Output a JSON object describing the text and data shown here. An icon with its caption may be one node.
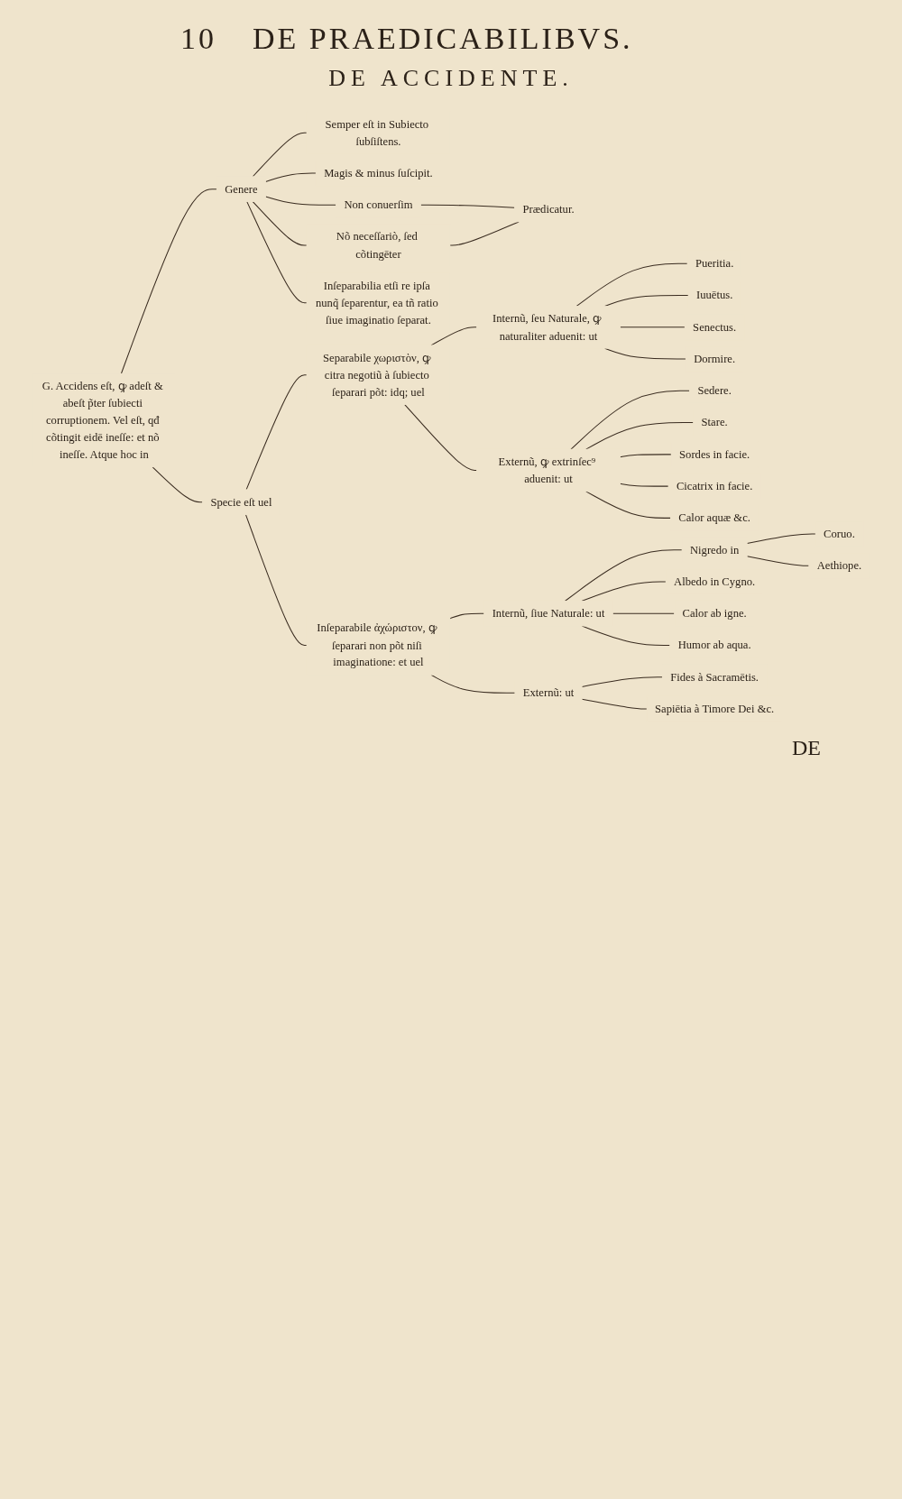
{
  "diagram": {
    "title": "DE PRAEDICABILIBVS.",
    "nodes": [
      {
        "text": [
          "G. Accidens eſt, ꝙ adeſt & abeſt p̃ter ſubiecti corruptionem. Vel eſt, qđ cõtingit eidē ineſſe: et nõ ineſſe. Atque hoc in"
        ]
      },
      {
        "text": [
          "Genere"
        ]
      },
      {
        "text": [
          "Semper eſt in Subiecto ſubſiſtens."
        ]
      },
      {
        "text": [
          "Magis & minus ſuſcipit."
        ]
      },
      {
        "text": [
          "Non conuerſim"
        ]
      },
      {
        "text": [
          "Nõ neceſſariò, ſed cõtingēter"
        ]
      },
      {
        "text": [
          "Prædicatur."
        ]
      },
      {
        "text": [
          "Inſeparabilia etſi re ipſa nunq̃ ſeparentur, ea tñ ratio ſiue imaginatio ſeparat."
        ]
      },
      {
        "text": [
          "Specie eſt uel"
        ]
      },
      {
        "text": [
          "Separabile χωριστὸν, ꝙ citra negotiũ à ſubiecto ſeparari põt: idq; uel"
        ]
      },
      {
        "text": [
          "Internũ, ſeu Naturale, ꝙ naturaliter aduenit: ut"
        ]
      },
      {
        "text": [
          "Pueritia."
        ]
      },
      {
        "text": [
          "Iuuētus."
        ]
      },
      {
        "text": [
          "Senectus."
        ]
      },
      {
        "text": [
          "Dormire."
        ]
      },
      {
        "text": [
          "Externũ, ꝙ extrinſec⁹ aduenit: ut"
        ]
      },
      {
        "text": [
          "Sedere."
        ]
      },
      {
        "text": [
          "Stare."
        ]
      },
      {
        "text": [
          "Sordes in facie."
        ]
      },
      {
        "text": [
          "Cicatrix in facie."
        ]
      },
      {
        "text": [
          "Calor aquæ &c."
        ]
      },
      {
        "text": [
          "Inſeparabile ἀχώριστον, ꝙ ſeparari non põt niſi imaginatione: et uel"
        ]
      },
      {
        "text": [
          "Internũ, ſiue Naturale: ut"
        ]
      },
      {
        "text": [
          "Nigredo in"
        ]
      },
      {
        "text": [
          "Coruo."
        ]
      },
      {
        "text": [
          "Aethiope."
        ]
      },
      {
        "text": [
          "Albedo in Cygno."
        ]
      },
      {
        "text": [
          "Calor ab igne."
        ]
      },
      {
        "text": [
          "Humor ab aqua."
        ]
      },
      {
        "text": [
          "Externũ: ut"
        ]
      },
      {
        "text": [
          "Fides à Sacramētis."
        ]
      },
      {
        "text": [
          "Sapiētia à Timore Dei &c."
        ]
      }
    ],
    "edges": [
      {
        "from": 0,
        "to": 1,
        "arrow": "none"
      },
      {
        "from": 0,
        "to": 8,
        "arrow": "none"
      },
      {
        "from": 1,
        "to": 2,
        "arrow": "none"
      },
      {
        "from": 1,
        "to": 3,
        "arrow": "none"
      },
      {
        "from": 1,
        "to": 4,
        "arrow": "none"
      },
      {
        "from": 1,
        "to": 5,
        "arrow": "none"
      },
      {
        "from": 1,
        "to": 7,
        "arrow": "none"
      },
      {
        "from": 4,
        "to": 6,
        "arrow": "none"
      },
      {
        "from": 5,
        "to": 6,
        "arrow": "none"
      },
      {
        "from": 8,
        "to": 9,
        "arrow": "none"
      },
      {
        "from": 8,
        "to": 21,
        "arrow": "none"
      },
      {
        "from": 9,
        "to": 10,
        "arrow": "none"
      },
      {
        "from": 9,
        "to": 15,
        "arrow": "none"
      },
      {
        "from": 10,
        "to": 11,
        "arrow": "none"
      },
      {
        "from": 10,
        "to": 12,
        "arrow": "none"
      },
      {
        "from": 10,
        "to": 13,
        "arrow": "none"
      },
      {
        "from": 10,
        "to": 14,
        "arrow": "none"
      },
      {
        "from": 15,
        "to": 16,
        "arrow": "none"
      },
      {
        "from": 15,
        "to": 17,
        "arrow": "none"
      },
      {
        "from": 15,
        "to": 18,
        "arrow": "none"
      },
      {
        "from": 15,
        "to": 19,
        "arrow": "none"
      },
      {
        "from": 15,
        "to": 20,
        "arrow": "none"
      },
      {
        "from": 21,
        "to": 22,
        "arrow": "none"
      },
      {
        "from": 21,
        "to": 29,
        "arrow": "none"
      },
      {
        "from": 22,
        "to": 23,
        "arrow": "none"
      },
      {
        "from": 22,
        "to": 26,
        "arrow": "none"
      },
      {
        "from": 22,
        "to": 27,
        "arrow": "none"
      },
      {
        "from": 22,
        "to": 28,
        "arrow": "none"
      },
      {
        "from": 23,
        "to": 24,
        "arrow": "none"
      },
      {
        "from": 23,
        "to": 25,
        "arrow": "none"
      },
      {
        "from": 29,
        "to": 30,
        "arrow": "none"
      },
      {
        "from": 29,
        "to": 31,
        "arrow": "none"
      }
    ],
    "labels": [
      "10",
      "DE ACCIDENTE.",
      "DE"
    ]
  }
}
